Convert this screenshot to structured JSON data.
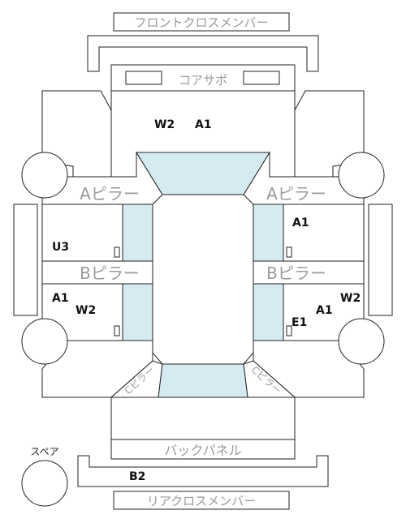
{
  "labels": {
    "front_cross_member": "フロントクロスメンバー",
    "core_support": "コアサポ",
    "a_pillar_left": "Aピラー",
    "a_pillar_right": "Aピラー",
    "b_pillar_left": "Bピラー",
    "b_pillar_right": "Bピラー",
    "c_pillar_left": "Cピラー",
    "c_pillar_right": "Cピラー",
    "back_panel": "バックパネル",
    "rear_cross_member": "リアクロスメンバー",
    "spare": "スペア"
  },
  "damage_codes": {
    "hood_w2": "W2",
    "hood_a1": "A1",
    "right_front_door_a1": "A1",
    "left_front_door_u3": "U3",
    "left_rear_door_a1": "A1",
    "left_rear_door_w2": "W2",
    "right_rear_fender_w2": "W2",
    "right_rear_door_a1": "A1",
    "right_rear_door_e1": "E1",
    "rear_b2": "B2"
  },
  "colors": {
    "glass": "#d5ebf1",
    "outline": "#222222",
    "label_gray": "#9a9a9a"
  }
}
